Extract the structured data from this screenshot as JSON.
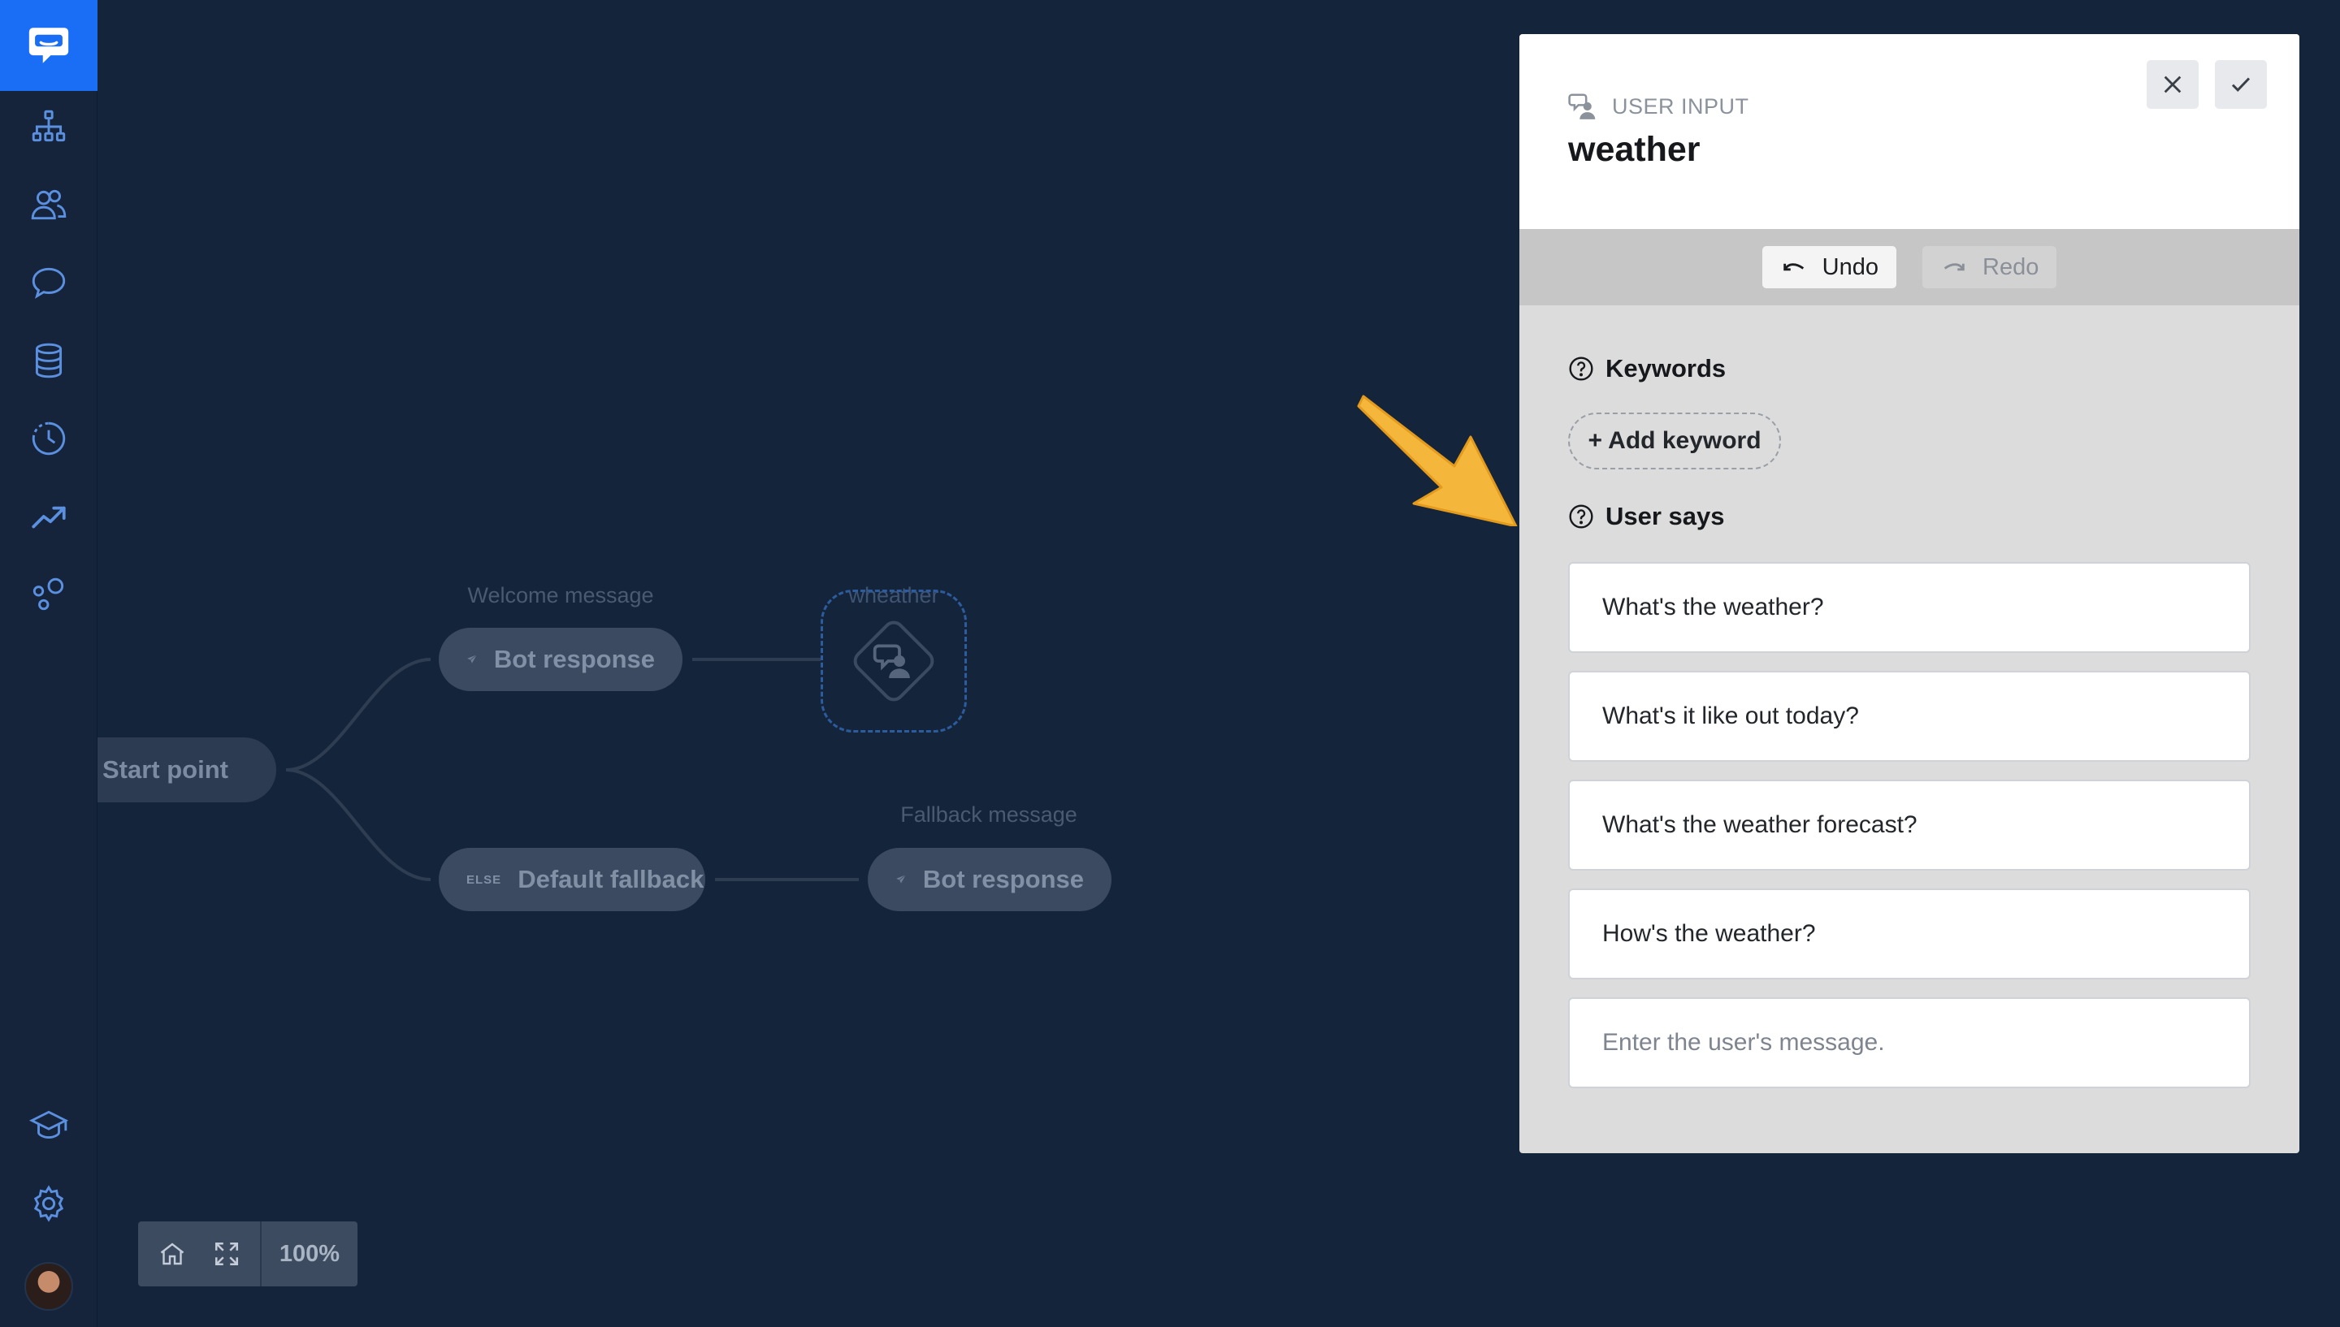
{
  "sidebar": {
    "items": [
      {
        "name": "stories-icon"
      },
      {
        "name": "users-icon"
      },
      {
        "name": "chat-icon"
      },
      {
        "name": "database-icon"
      },
      {
        "name": "history-icon"
      },
      {
        "name": "analytics-icon"
      },
      {
        "name": "integrations-icon"
      },
      {
        "name": "academy-icon"
      },
      {
        "name": "settings-icon"
      }
    ]
  },
  "canvas": {
    "start_label": "Start point",
    "welcome_label": "Welcome message",
    "welcome_node": "Bot response",
    "input_label": "wheather",
    "fallback_tag": "ELSE",
    "fallback_node": "Default fallback",
    "fallback_message_label": "Fallback message",
    "fallback_response_node": "Bot response",
    "zoom": "100%"
  },
  "panel": {
    "type": "USER INPUT",
    "title": "weather",
    "undo": "Undo",
    "redo": "Redo",
    "keywords_label": "Keywords",
    "add_keyword": "+ Add keyword",
    "user_says_label": "User says",
    "user_says": [
      "What's the weather?",
      "What's it like out today?",
      "What's the weather forecast?",
      "How's the weather?"
    ],
    "new_message_placeholder": "Enter the user's message."
  },
  "colors": {
    "background": "#14253b",
    "accent": "#1a6df5",
    "annotation_arrow": "#f5b73b"
  }
}
